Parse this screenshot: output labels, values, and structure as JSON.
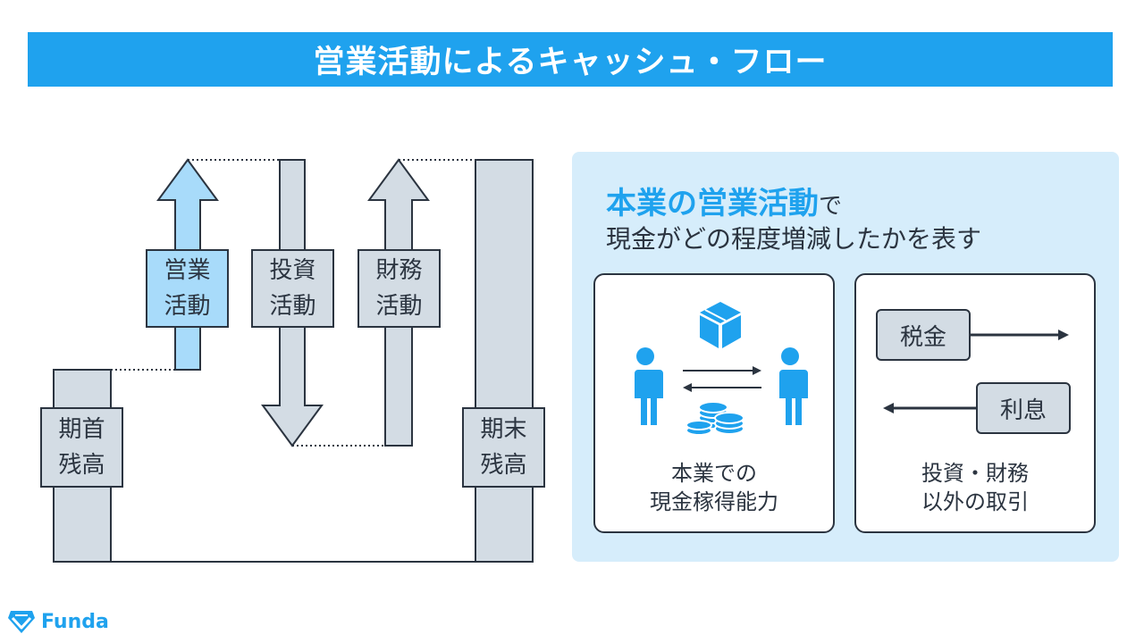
{
  "title": "営業活動によるキャッシュ・フロー",
  "diagram": {
    "opening_balance_label": "期首\n残高",
    "operating_label": "営業\n活動",
    "investing_label": "投資\n活動",
    "financing_label": "財務\n活動",
    "closing_balance_label": "期末\n残高"
  },
  "panel": {
    "heading_emphasis": "本業の営業活動",
    "heading_suffix": "で",
    "heading_line2": "現金がどの程度増減したかを表す",
    "card_left": {
      "caption": "本業での\n現金稼得能力",
      "icons": [
        "person-icon",
        "box-icon",
        "coins-icon"
      ]
    },
    "card_right": {
      "caption": "投資・財務\n以外の取引",
      "tax_label": "税金",
      "interest_label": "利息"
    }
  },
  "logo": {
    "text": "Funda"
  },
  "colors": {
    "accent": "#1fa2ee",
    "gray_fill": "#d3dce4",
    "light_blue_fill": "#a8dbfa",
    "panel_bg": "#d6edfb",
    "dark": "#2b3440"
  }
}
